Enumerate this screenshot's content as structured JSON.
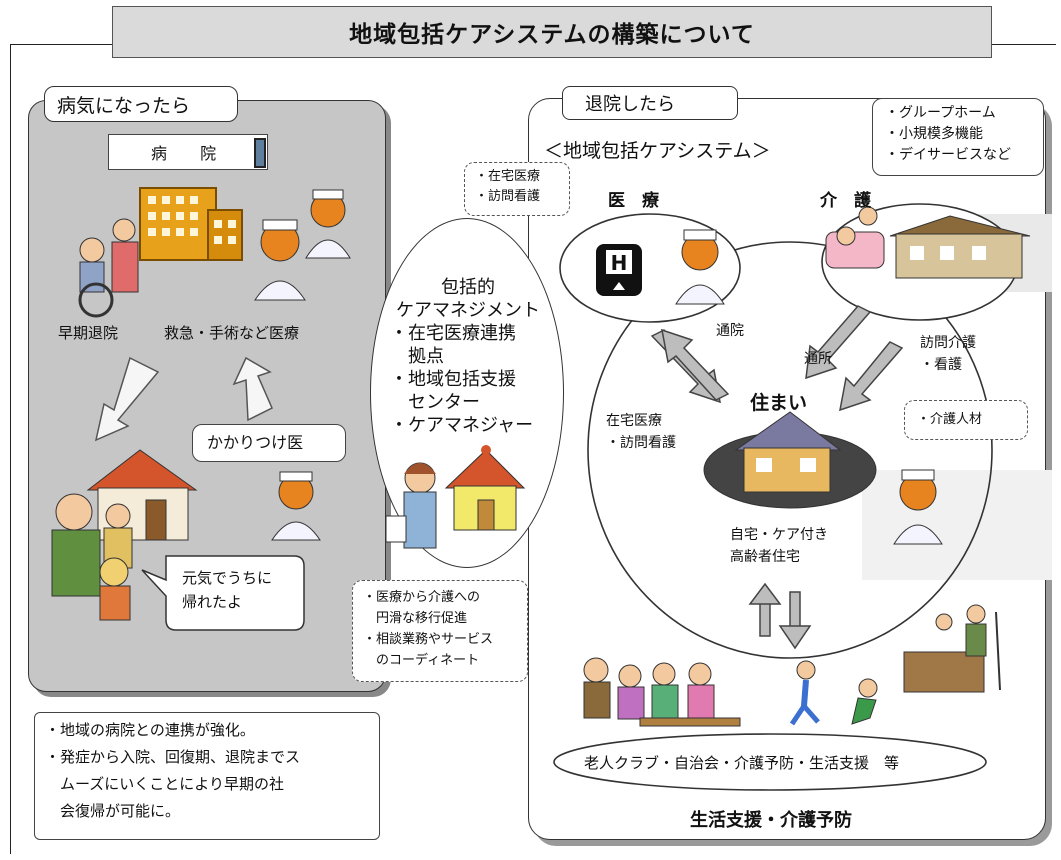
{
  "title": "地域包括ケアシステムの構築について",
  "left": {
    "tab": "病気になったら",
    "hospital": "病 院",
    "early_discharge": "早期退院",
    "emergency": "救急・手術など医療",
    "family_doctor": "かかりつけ医",
    "speech": [
      "元気でうちに",
      "帰れたよ"
    ],
    "notes": [
      "・地域の病院との連携が強化。",
      "・発症から入院、回復期、退院までス",
      "　ムーズにいくことにより早期の社",
      "　会復帰が可能に。"
    ]
  },
  "center": {
    "heading": [
      "包括的",
      "ケアマネジメント"
    ],
    "items": [
      "・在宅医療連携",
      "　拠点",
      "・地域包括支援",
      "　センター",
      "・ケアマネジャー"
    ],
    "notes": [
      "・医療から介護への",
      "　円滑な移行促進",
      "・相談業務やサービス",
      "　のコーディネート"
    ]
  },
  "right": {
    "tab": "退院したら",
    "system_title": "＜地域包括ケアシステム＞",
    "medical_notes": [
      "・在宅医療",
      "・訪問看護"
    ],
    "medical": "医　療",
    "care": "介　護",
    "care_notes": [
      "・グループホーム",
      "・小規模多機能",
      "・デイサービスなど"
    ],
    "hospital_visit": "通院",
    "day_care": "通所",
    "home_care": [
      "訪問介護",
      "・看護"
    ],
    "home_medical": [
      "在宅医療",
      "・訪問看護"
    ],
    "housing": "住まい",
    "care_staff": "・介護人材",
    "housing_types": [
      "自宅・ケア付き",
      "高齢者住宅"
    ],
    "community": "老人クラブ・自治会・介護予防・生活支援　等",
    "footer": "生活支援・介護予防"
  }
}
